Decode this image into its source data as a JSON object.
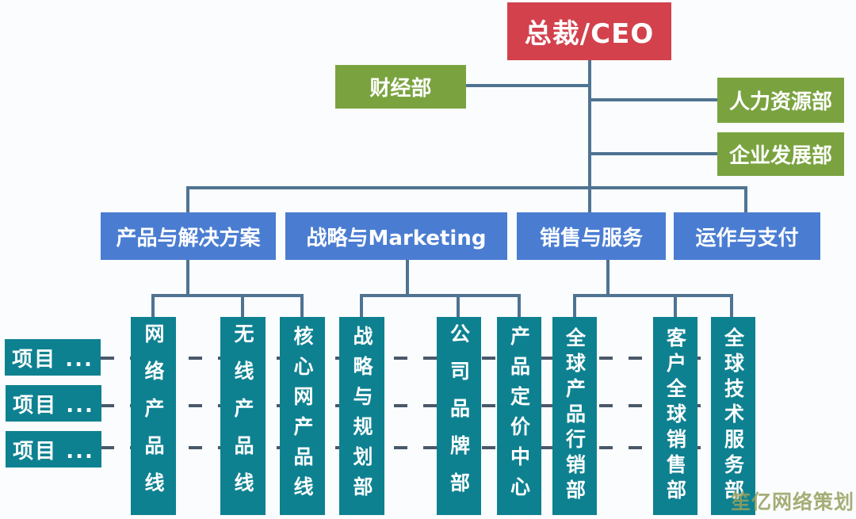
{
  "colors": {
    "ceo_red": "#d2414c",
    "staff_green": "#7aa340",
    "division_blue": "#4a7dd2",
    "department_teal": "#0e8191",
    "connector_line": "#4f7392",
    "dashed_line": "#49596a",
    "watermark_olive": "#97a05f",
    "background": "#fafcfd"
  },
  "org": {
    "ceo": "总裁/CEO",
    "staff_units": {
      "finance": "财经部",
      "hr": "人力资源部",
      "corp_dev": "企业发展部"
    },
    "divisions": [
      "产品与解决方案",
      "战略与Marketing",
      "销售与服务",
      "运作与支付"
    ],
    "departments": [
      "网络产品线",
      "无线产品线",
      "核心网产品线",
      "战略与规划部",
      "公司品牌部",
      "产品定价中心",
      "全球产品行销部",
      "客户全球销售部",
      "全球技术服务部"
    ],
    "projects": [
      "项目 ...",
      "项目 ...",
      "项目 ..."
    ]
  },
  "watermark": "笙亿网络策划"
}
